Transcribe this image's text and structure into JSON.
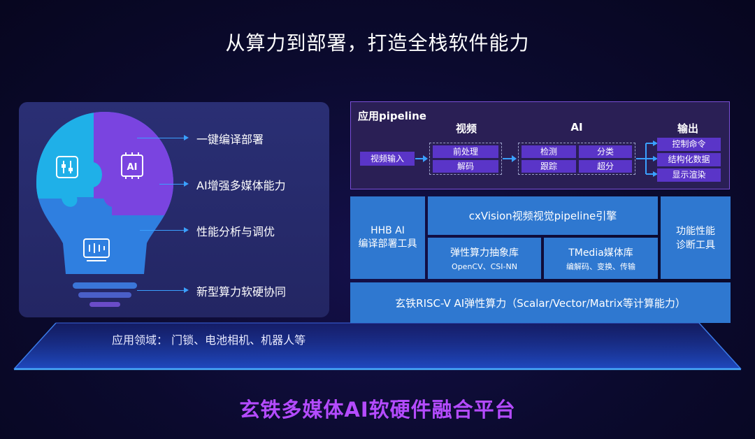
{
  "header": {
    "title": "从算力到部署，打造全栈软件能力"
  },
  "features": [
    {
      "label": "一键编译部署"
    },
    {
      "label": "AI增强多媒体能力"
    },
    {
      "label": "性能分析与调优"
    },
    {
      "label": "新型算力软硬协同"
    }
  ],
  "bulb": {
    "chip_label": "AI",
    "icons": [
      "sliders-icon",
      "ai-chip-icon",
      "monitor-icon"
    ]
  },
  "application": {
    "label": "应用领域：  门锁、电池相机、机器人等"
  },
  "pipeline": {
    "title": "应用pipeline",
    "video_input": "视频输入",
    "video_group": {
      "label": "视频",
      "items": [
        "前处理",
        "解码"
      ]
    },
    "ai_group": {
      "label": "AI",
      "items": [
        "检测",
        "分类",
        "跟踪",
        "超分"
      ]
    },
    "output_group": {
      "label": "输出",
      "items": [
        "控制命令",
        "结构化数据",
        "显示渲染"
      ]
    }
  },
  "stack": {
    "hhb": {
      "line1": "HHB AI",
      "line2": "编译部署工具"
    },
    "cxvision": {
      "label": "cxVision视频视觉pipeline引擎"
    },
    "elastic_lib": {
      "title": "弹性算力抽象库",
      "sub": "OpenCV、CSI-NN"
    },
    "tmedia": {
      "title": "TMedia媒体库",
      "sub": "编解码、变换、传输"
    },
    "diag": {
      "line1": "功能性能",
      "line2": "诊断工具"
    },
    "base": {
      "label": "玄铁RISC-V AI弹性算力（Scalar/Vector/Matrix等计算能力）"
    }
  },
  "footer": {
    "title": "玄铁多媒体AI软硬件融合平台"
  },
  "colors": {
    "accent_blue": "#3aa0ff",
    "block_blue": "#2f78d0",
    "purple": "#5a35c8",
    "title_purple": "#b44bff"
  }
}
